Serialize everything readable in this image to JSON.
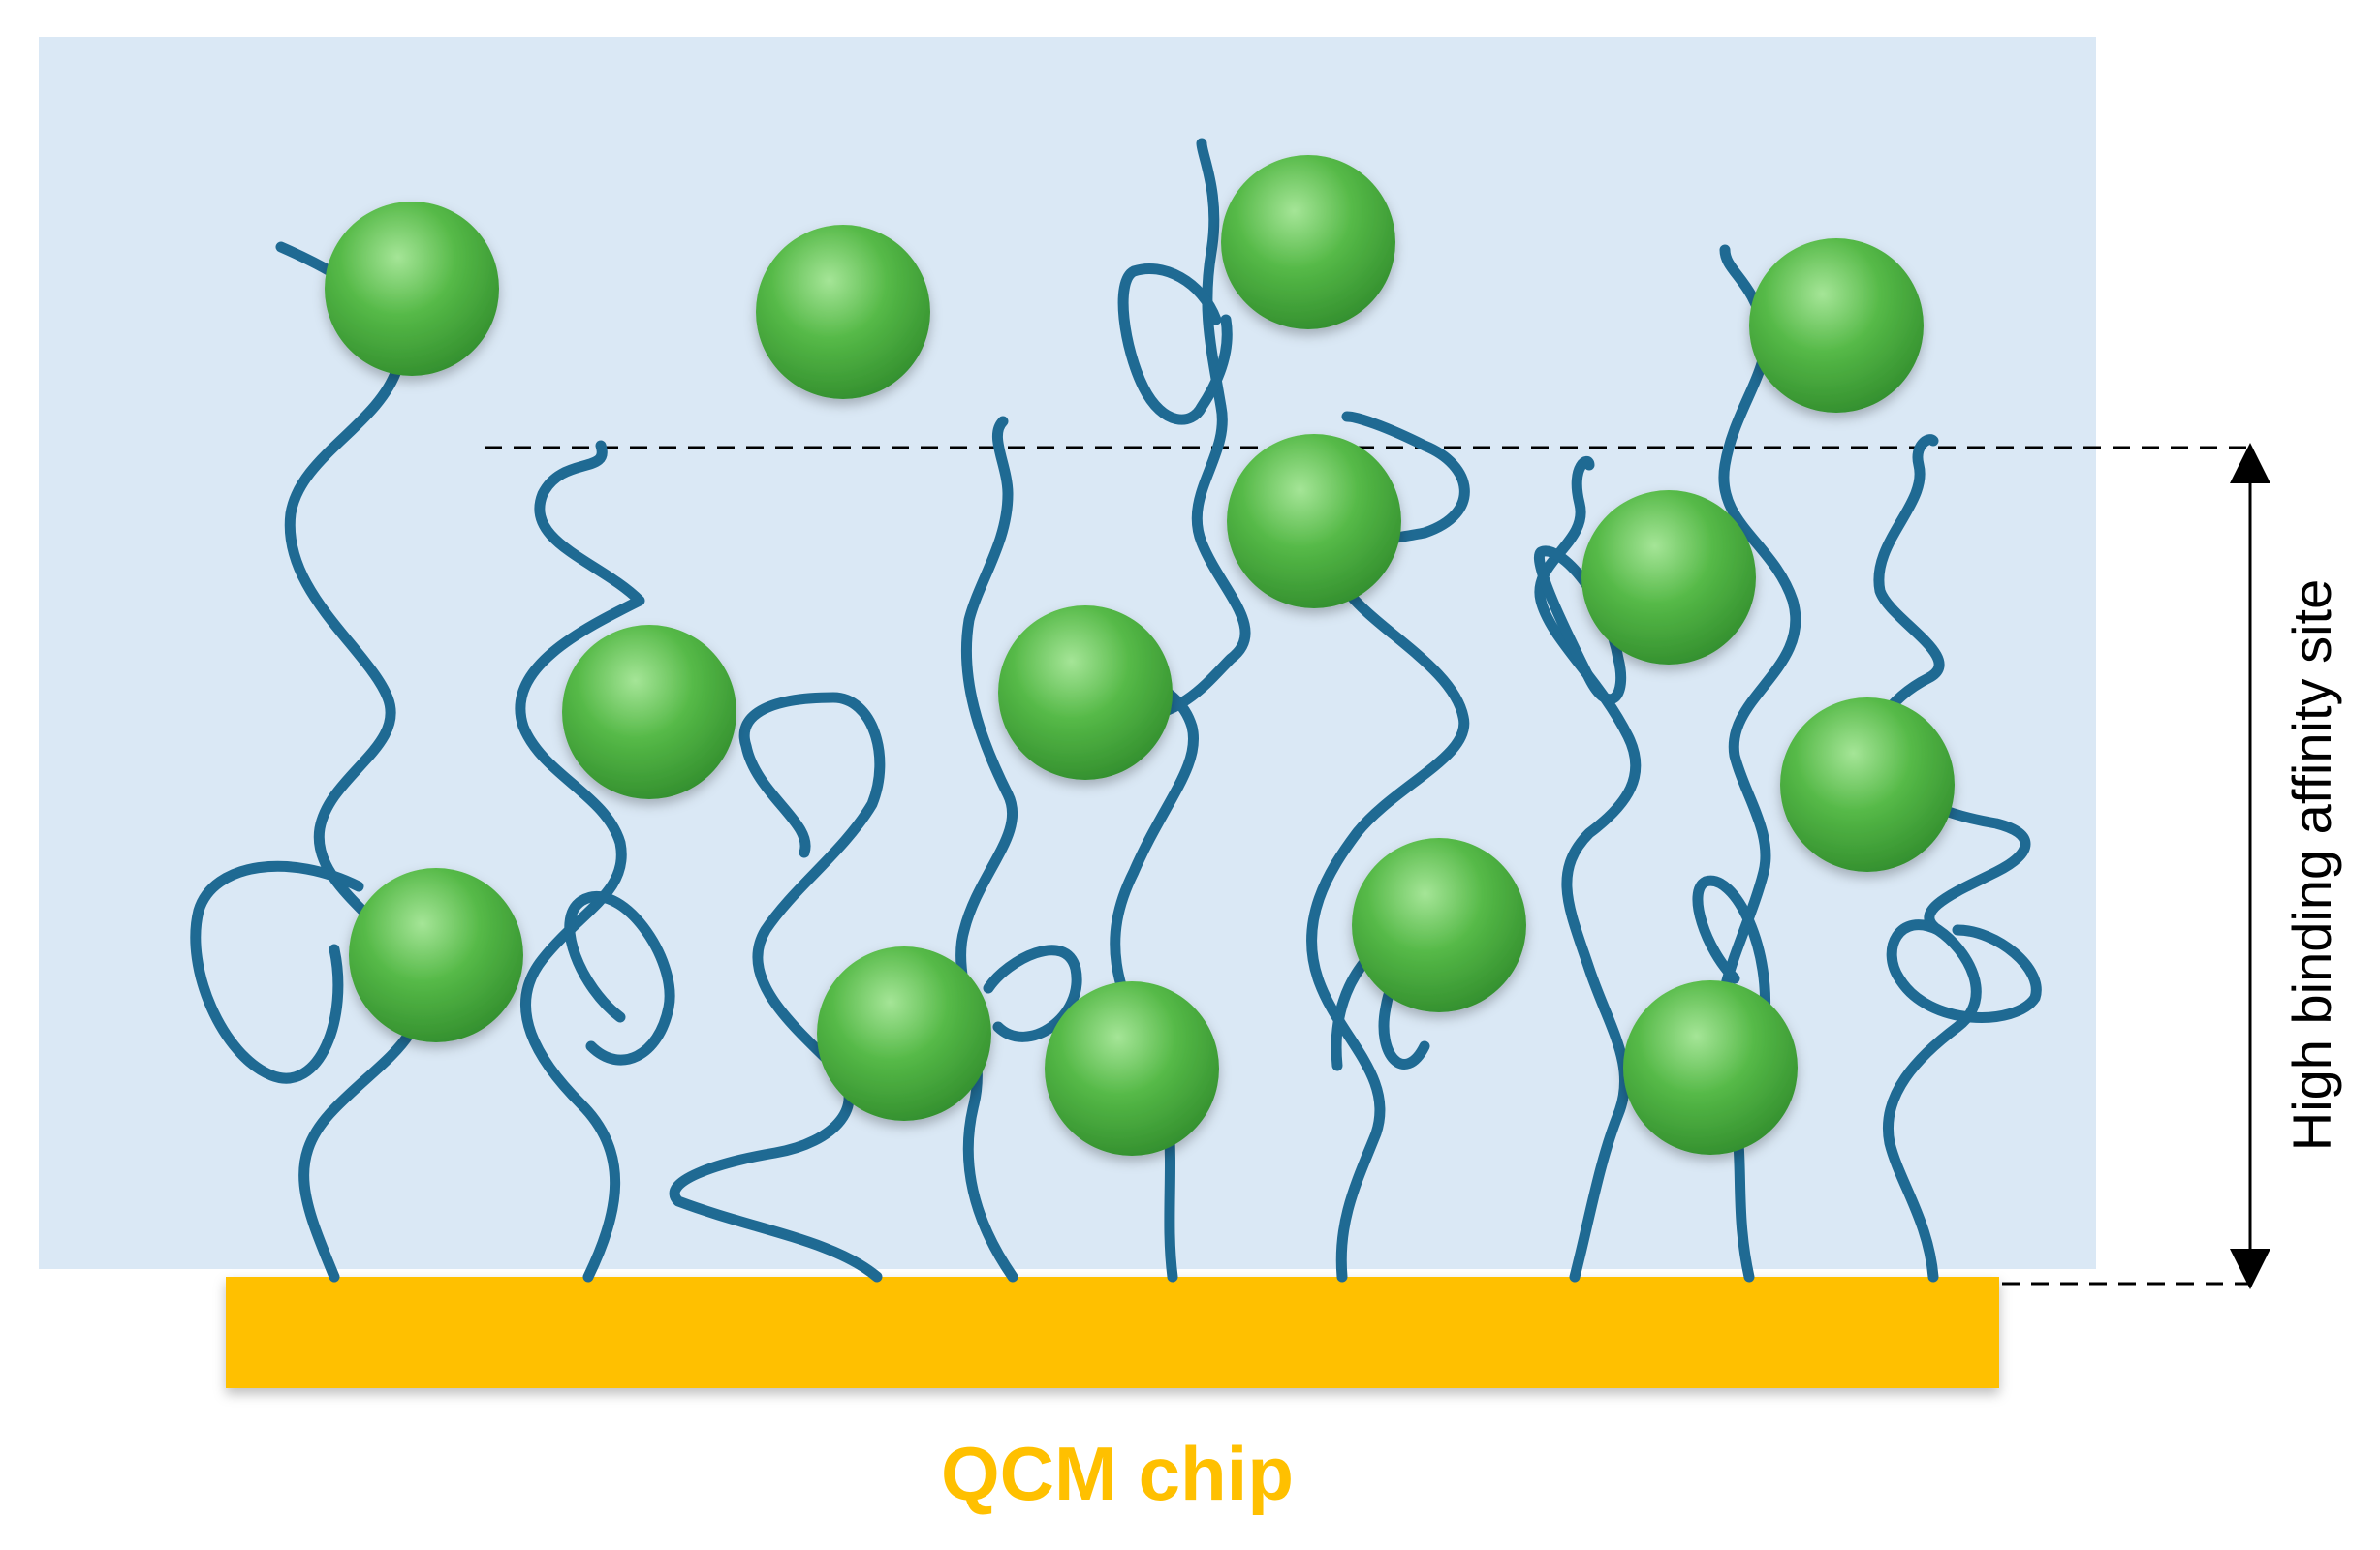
{
  "diagram": {
    "chip_label": "QCM chip",
    "region_label": "High binding affinity site",
    "colors": {
      "fluid": "#DAE8F5",
      "chip": "#FFC000",
      "chain": "#1F6A93",
      "particle": "#43A83A",
      "particle_highlight": "#9FE08F",
      "dashed_line": "#000000"
    },
    "legend_icons": {
      "chain": "polymer-brush-chain",
      "particle": "bound-particle-sphere"
    }
  }
}
